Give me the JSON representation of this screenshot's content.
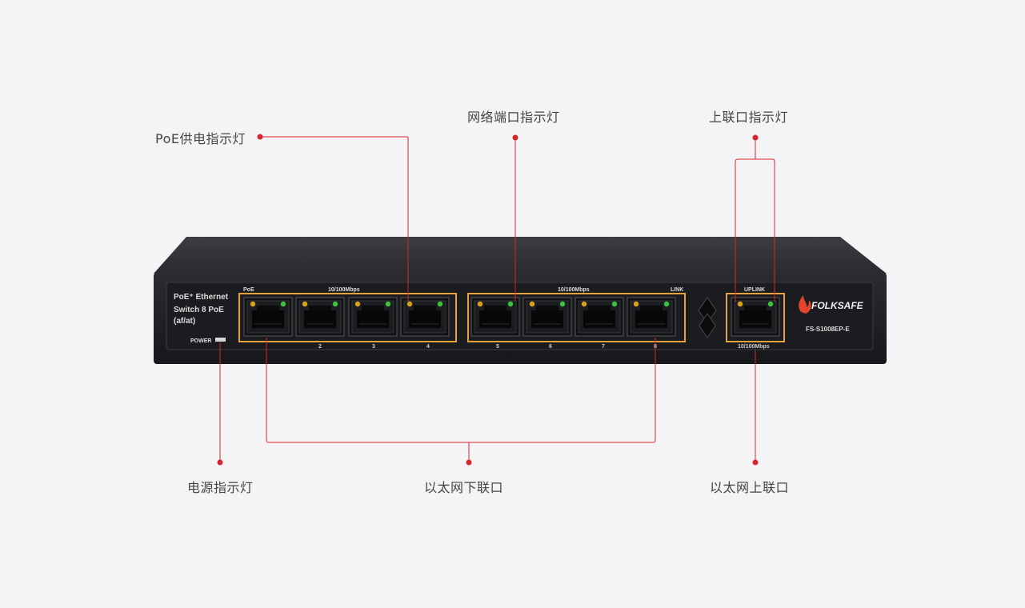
{
  "callouts": {
    "poe_indicator": "PoE供电指示灯",
    "network_port_indicator": "网络端口指示灯",
    "uplink_indicator": "上联口指示灯",
    "power_indicator": "电源指示灯",
    "downlink_ports": "以太网下联口",
    "uplink_port": "以太网上联口"
  },
  "device": {
    "name_line1": "PoE⁺ Ethernet",
    "name_line2": "Switch 8 PoE",
    "name_line3": "(af/at)",
    "power_label": "POWER",
    "poe_label": "PoE",
    "speed_label_1": "10/100Mbps",
    "speed_label_2": "10/100Mbps",
    "link_label": "LINK",
    "uplink_label": "UPLINK",
    "uplink_speed": "10/100Mbps",
    "brand": "FOLKSAFE",
    "model": "FS-S1008EP-E",
    "port_numbers": [
      "2",
      "3",
      "4",
      "5",
      "6",
      "7",
      "8"
    ]
  },
  "colors": {
    "accent_red": "#d8252d",
    "port_outline": "#e8a23c",
    "led_amber": "#d9a21e",
    "led_green": "#3cc33c"
  }
}
